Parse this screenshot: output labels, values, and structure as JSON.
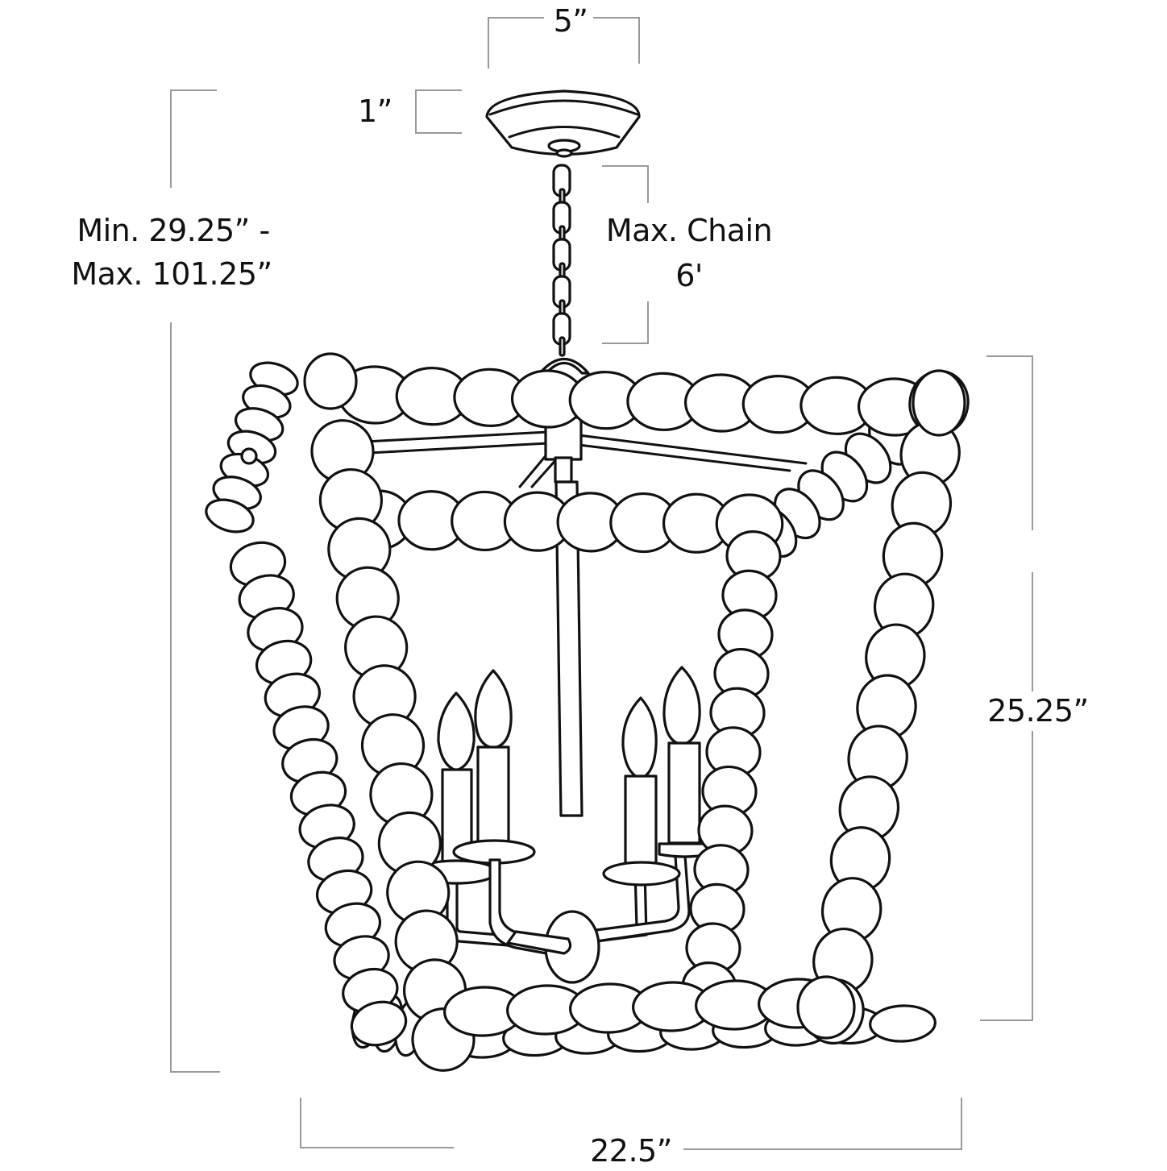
{
  "diagram": {
    "subject": "Beaded wood lantern pendant with 4 candle lights, chain and canopy",
    "line_color": "#111111",
    "dimension_line_color": "#9a9a9a",
    "background": "#ffffff"
  },
  "dimensions": {
    "canopy_width": "5”",
    "canopy_height": "1”",
    "overall_height_line1": "Min. 29.25” -",
    "overall_height_line2": "Max. 101.25”",
    "chain_line1": "Max. Chain",
    "chain_line2": "6'",
    "fixture_height": "25.25”",
    "fixture_width": "22.5”"
  },
  "components": {
    "candle_count": 4,
    "chain_links": 5
  }
}
